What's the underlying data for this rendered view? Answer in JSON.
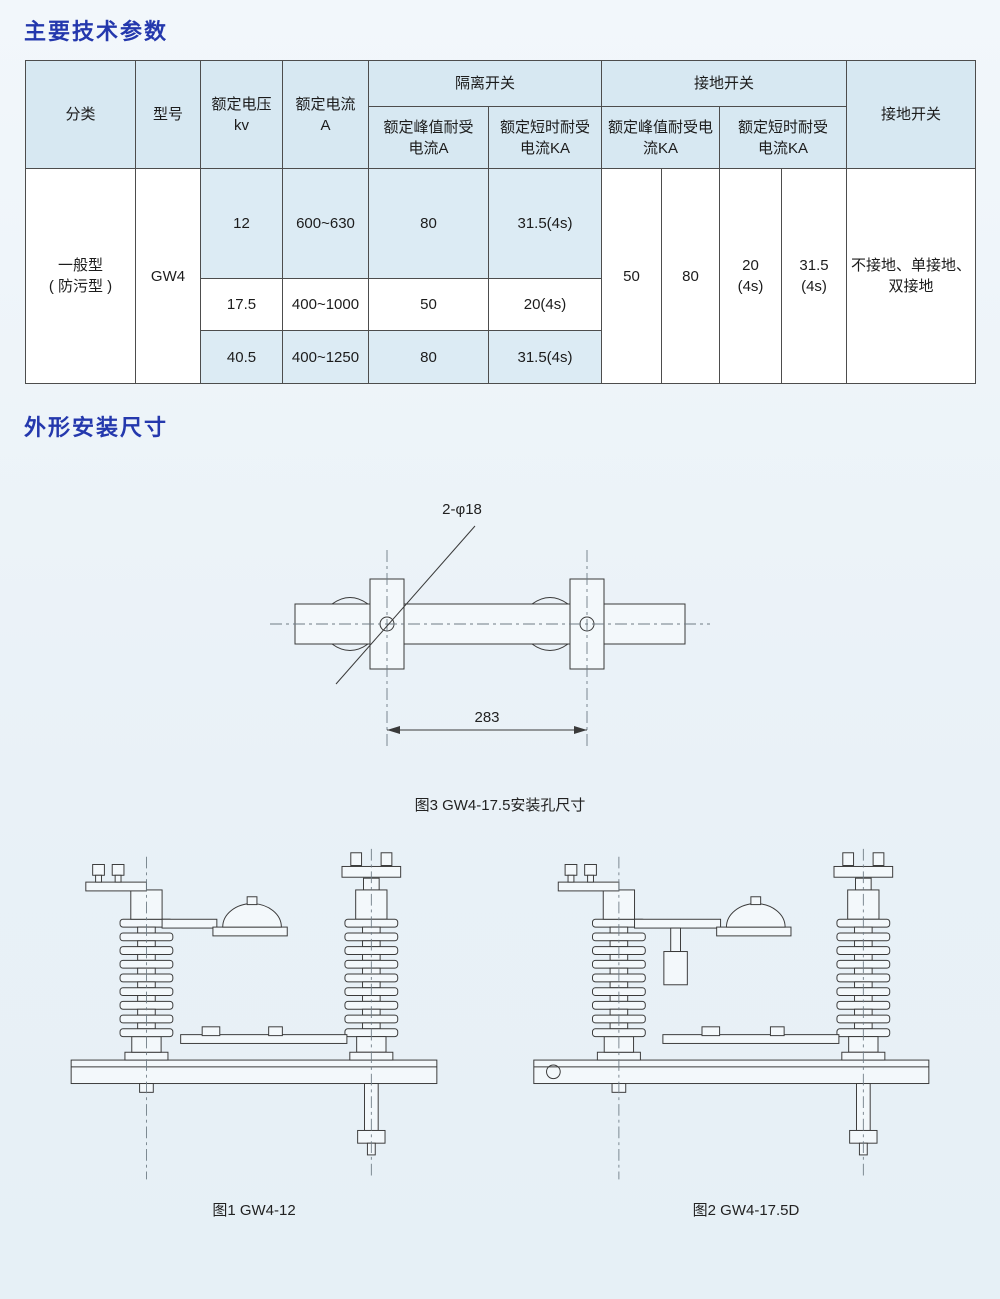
{
  "page": {
    "title_params": "主要技术参数",
    "title_dimensions": "外形安装尺寸"
  },
  "table": {
    "headers": {
      "classification": "分类",
      "model": "型号",
      "voltage_l1": "额定电压",
      "voltage_l2": "kv",
      "current_l1": "额定电流",
      "current_l2": "A",
      "disconnector_group": "隔离开关",
      "disc_peak_l1": "额定峰值耐受",
      "disc_peak_l2": "电流A",
      "disc_short_l1": "额定短时耐受",
      "disc_short_l2": "电流KA",
      "earthing_group": "接地开关",
      "earth_peak_l1": "额定峰值耐受电",
      "earth_peak_l2": "流KA",
      "earth_short_l1": "额定短时耐受",
      "earth_short_l2": "电流KA",
      "earthing_col": "接地开关"
    },
    "body": {
      "classification_l1": "一般型",
      "classification_l2": "( 防污型 )",
      "model": "GW4",
      "rows": [
        {
          "voltage": "12",
          "current": "600~630",
          "peak": "80",
          "short": "31.5(4s)"
        },
        {
          "voltage": "17.5",
          "current": "400~1000",
          "peak": "50",
          "short": "20(4s)"
        },
        {
          "voltage": "40.5",
          "current": "400~1250",
          "peak": "80",
          "short": "31.5(4s)"
        }
      ],
      "earth_peak_1": "50",
      "earth_peak_2": "80",
      "earth_short_1_l1": "20",
      "earth_short_1_l2": "(4s)",
      "earth_short_2_l1": "31.5",
      "earth_short_2_l2": "(4s)",
      "earthing_mode": "不接地、单接地、双接地"
    }
  },
  "figure3": {
    "hole_label": "2-φ18",
    "dimension_label": "283",
    "caption": "图3 GW4-17.5安装孔尺寸"
  },
  "figure1": {
    "caption": "图1 GW4-12"
  },
  "figure2": {
    "caption": "图2 GW4-17.5D"
  }
}
